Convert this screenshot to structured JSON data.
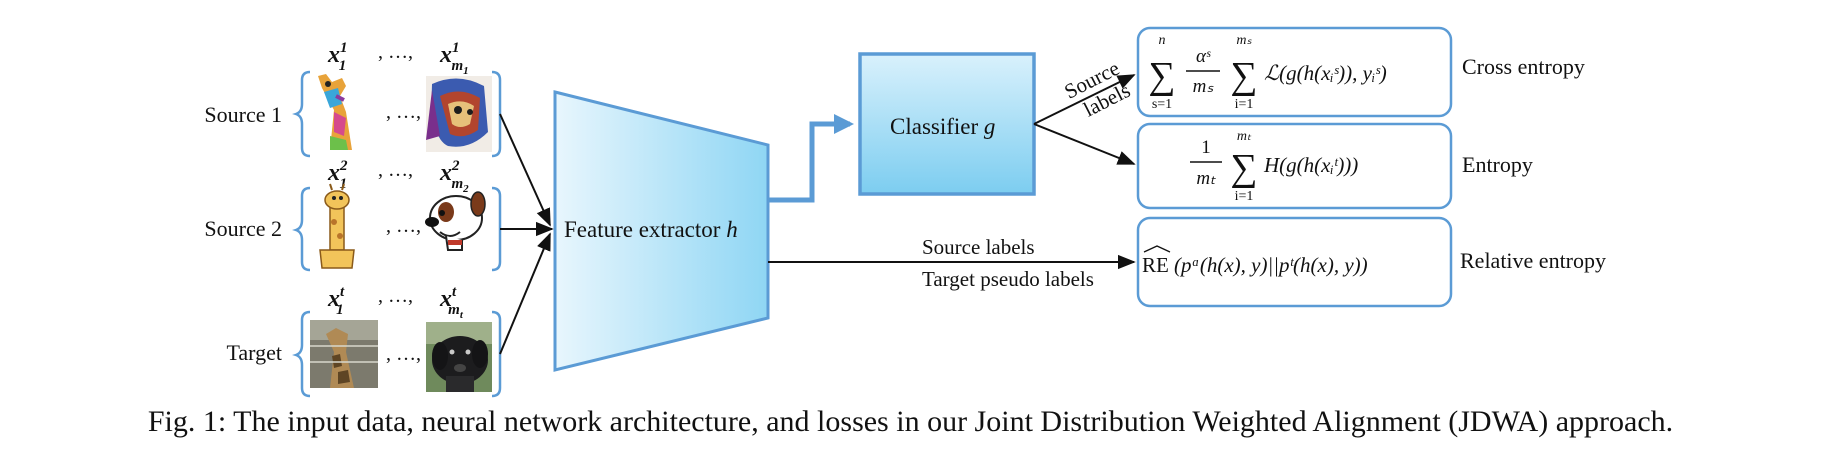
{
  "sources": [
    {
      "label": "Source 1",
      "first_sample": "x",
      "first_sup": "1",
      "first_sub": "1",
      "last_sample": "x",
      "last_sup": "1",
      "last_sub": "m",
      "last_subsub": "1"
    },
    {
      "label": "Source 2",
      "first_sample": "x",
      "first_sup": "2",
      "first_sub": "1",
      "last_sample": "x",
      "last_sup": "2",
      "last_sub": "m",
      "last_subsub": "2"
    },
    {
      "label": "Target",
      "first_sample": "x",
      "first_sup": "t",
      "first_sub": "1",
      "last_sample": "x",
      "last_sup": "t",
      "last_sub": "m",
      "last_subsub": "t"
    }
  ],
  "ellipsis": ", …,",
  "feature_extractor": {
    "text": "Feature extractor ",
    "symbol": "h"
  },
  "classifier": {
    "text": "Classifier ",
    "symbol": "g"
  },
  "arrow_labels": {
    "source_labels_line1": "Source",
    "source_labels_line2": "labels",
    "bottom_line1": "Source labels",
    "bottom_line2": "Target pseudo labels"
  },
  "losses": [
    {
      "name": "Cross entropy"
    },
    {
      "name": "Entropy"
    },
    {
      "name": "Relative entropy"
    }
  ],
  "formulas": {
    "ce": {
      "sum_top": "n",
      "sum_bottom": "s=1",
      "frac_num": "αˢ",
      "frac_den": "mₛ",
      "sum2_top": "mₛ",
      "sum2_bottom": "i=1",
      "body": "ℒ(g(h(xᵢˢ)), yᵢˢ)"
    },
    "ent": {
      "frac_num": "1",
      "frac_den": "mₜ",
      "sum_top": "mₜ",
      "sum_bottom": "i=1",
      "body": "H(g(h(xᵢᵗ)))"
    },
    "re": {
      "op": "RE",
      "body": "(pᵅ(h(x), y)||pᵗ(h(x), y))"
    }
  },
  "caption": "Fig. 1: The input data, neural network architecture, and losses in our Joint Distribution Weighted Alignment (JDWA) approach.",
  "colors": {
    "box_fill_light": "#e3f4fd",
    "box_fill_dark": "#7fd0f2",
    "box_stroke": "#5b9bd5",
    "bracket": "#5b9bd5",
    "arrow": "#111111"
  }
}
